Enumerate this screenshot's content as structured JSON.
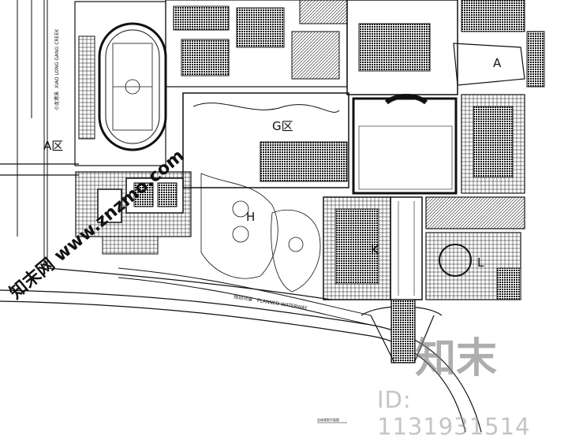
{
  "map": {
    "zones": {
      "a": "A区",
      "g": "G区",
      "h": "H",
      "k": "K",
      "a_top": "A",
      "l": "L"
    },
    "creek": {
      "chinese": "小龙港溪",
      "pinyin": "XIAO LONG GANG CREEK"
    },
    "waterway": {
      "chinese": "规划河道",
      "english": "PLANNED WATERWAY"
    },
    "sheet_title": "总体规划平面图"
  },
  "watermark": {
    "brand": "知末",
    "id": "ID: 1131931514",
    "side": "知末网 www.znzmo.com"
  },
  "colors": {
    "line": "#111111",
    "background": "#ffffff",
    "watermark": "#9a9a9a"
  }
}
